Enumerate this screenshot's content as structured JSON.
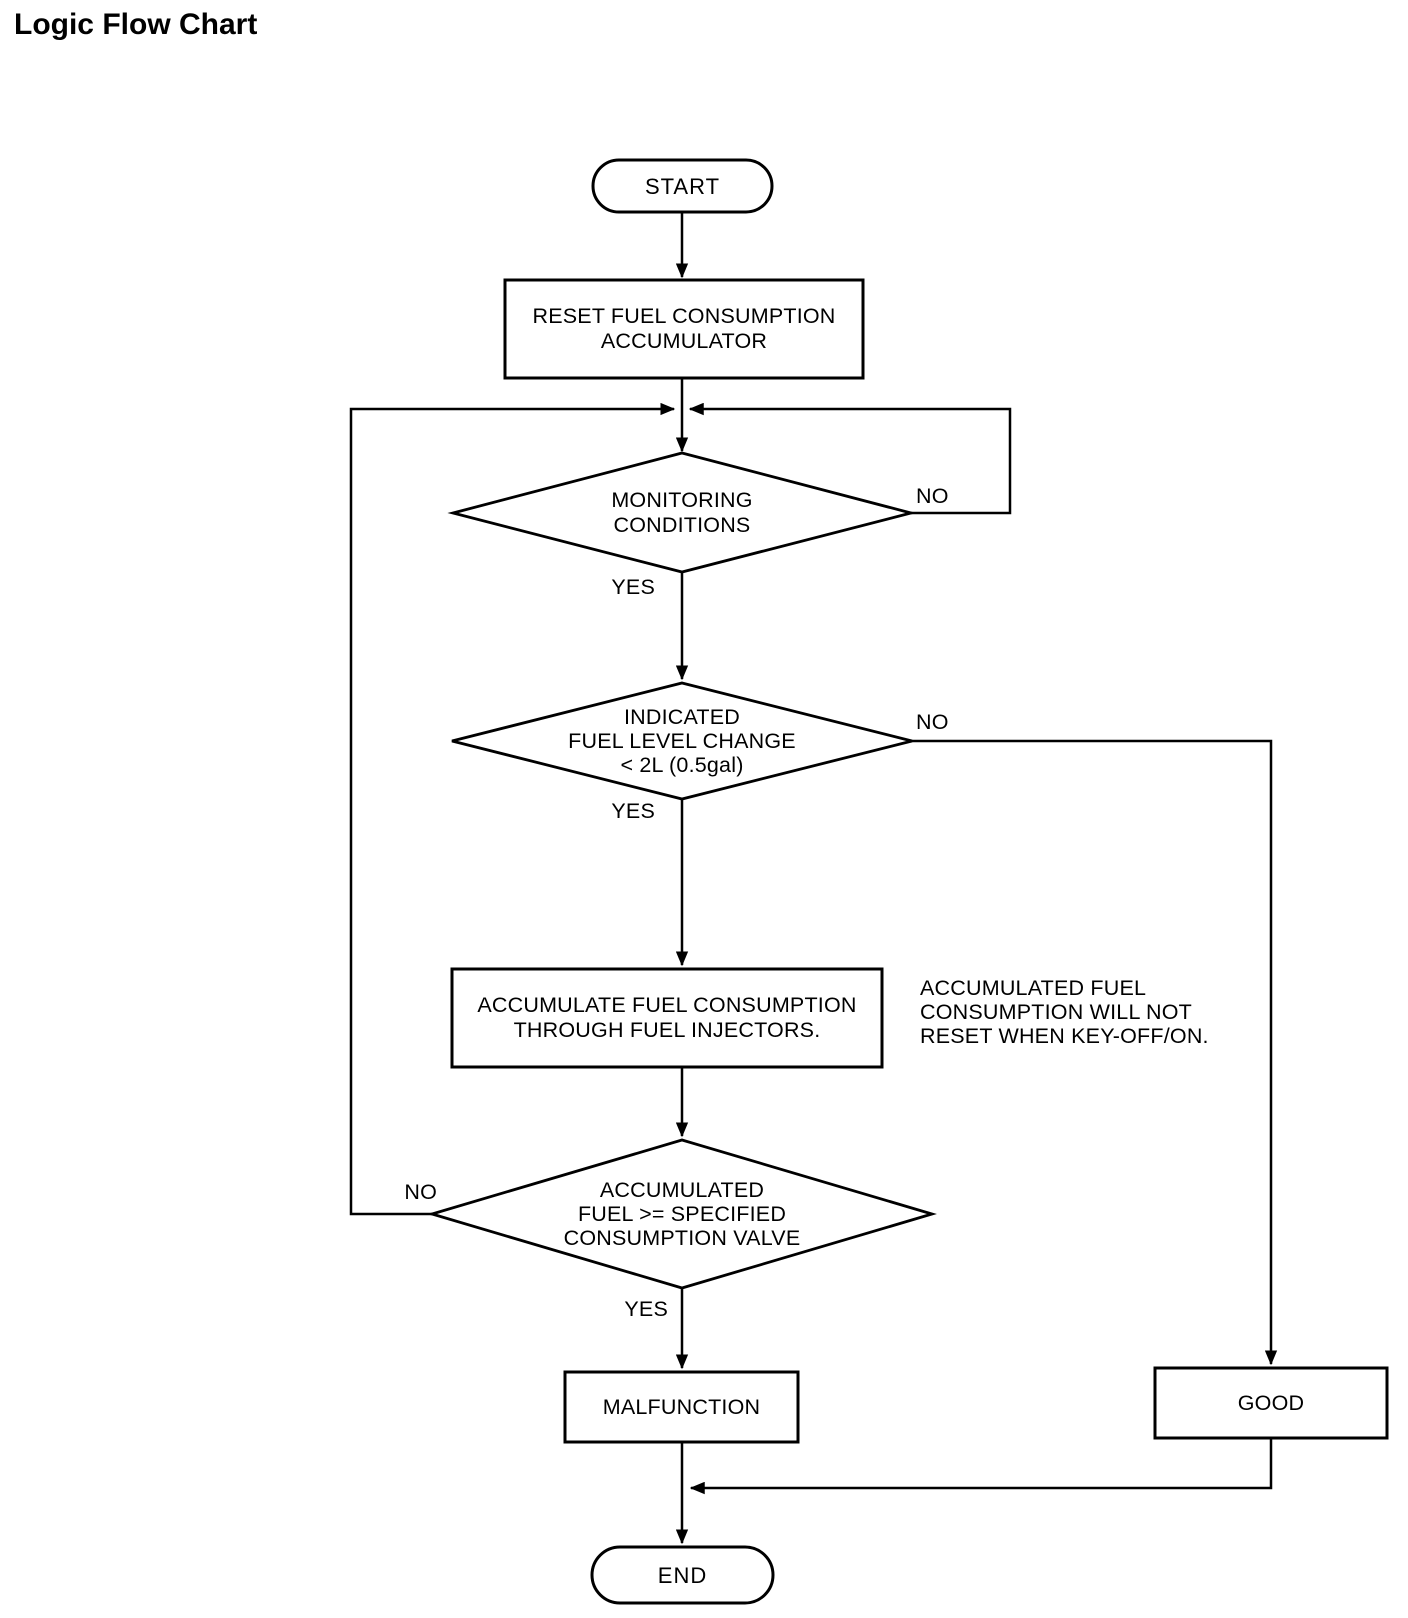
{
  "title": "Logic Flow Chart",
  "colors": {
    "ink": "#000000",
    "background": "#ffffff"
  },
  "flowchart": {
    "nodes": {
      "start": {
        "type": "terminator",
        "label": "START"
      },
      "reset_accumulator": {
        "type": "process",
        "lines": [
          "RESET FUEL CONSUMPTION",
          "ACCUMULATOR"
        ]
      },
      "monitoring_conditions": {
        "type": "decision",
        "lines": [
          "MONITORING",
          "CONDITIONS"
        ]
      },
      "indicated_fuel_level": {
        "type": "decision",
        "lines": [
          "INDICATED",
          "FUEL LEVEL CHANGE",
          "< 2L (0.5gal)"
        ]
      },
      "accumulate_fuel": {
        "type": "process",
        "lines": [
          "ACCUMULATE FUEL CONSUMPTION",
          "THROUGH FUEL INJECTORS."
        ]
      },
      "accumulated_fuel_check": {
        "type": "decision",
        "lines": [
          "ACCUMULATED",
          "FUEL >= SPECIFIED",
          "CONSUMPTION VALVE"
        ]
      },
      "malfunction": {
        "type": "process",
        "label": "MALFUNCTION"
      },
      "good": {
        "type": "process",
        "label": "GOOD"
      },
      "end": {
        "type": "terminator",
        "label": "END"
      }
    },
    "annotation": {
      "lines": [
        "ACCUMULATED FUEL",
        "CONSUMPTION WILL NOT",
        "RESET WHEN KEY-OFF/ON."
      ]
    },
    "branch_labels": {
      "monitoring_yes": "YES",
      "monitoring_no": "NO",
      "fuel_level_yes": "YES",
      "fuel_level_no": "NO",
      "accumulated_yes": "YES",
      "accumulated_no": "NO"
    }
  }
}
